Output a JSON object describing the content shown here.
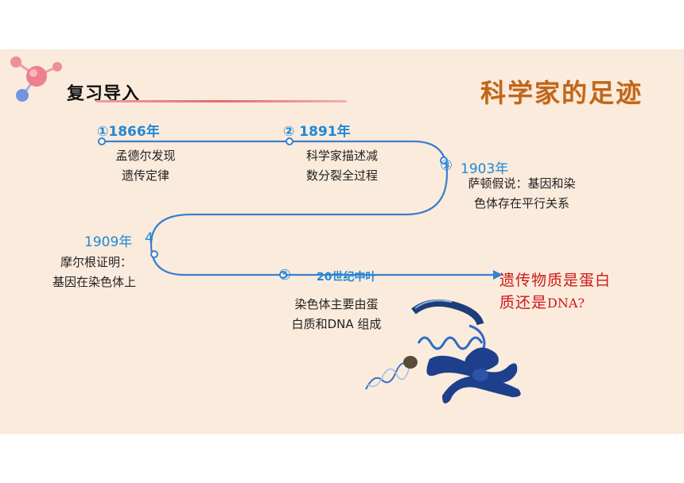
{
  "header": {
    "section_title": "复习导入",
    "main_title": "科学家的足迹"
  },
  "timeline": {
    "e1": {
      "year": "①1866年",
      "desc_lines": [
        "孟德尔发现",
        "遗传定律"
      ]
    },
    "e2": {
      "year": "② 1891年",
      "desc_lines": [
        "科学家描述减",
        "数分裂全过程"
      ]
    },
    "e3": {
      "marker": "③",
      "year": "1903年",
      "desc_lines": [
        "萨顿假说：基因和染",
        "色体存在平行关系"
      ]
    },
    "e4": {
      "year": "1909年",
      "marker": "4",
      "desc_lines": [
        "摩尔根证明：",
        "基因在染色体上"
      ]
    },
    "e5": {
      "marker": "⑤",
      "year": "20世纪中叶",
      "desc_lines": [
        "染色体主要由蛋",
        "白质和DNA 组成"
      ]
    }
  },
  "conclusion": {
    "line1": "遗传物质是蛋白",
    "line2_prefix": "质还是",
    "line2_suffix": "DNA?"
  },
  "colors": {
    "timeline": "#3a7fd0",
    "year_text": "#1f88d8",
    "title": "#c0661c",
    "conclusion": "#cc1818",
    "background": "#fbebdc"
  },
  "icons": [
    "molecule-icon",
    "chromosome-illustration"
  ]
}
